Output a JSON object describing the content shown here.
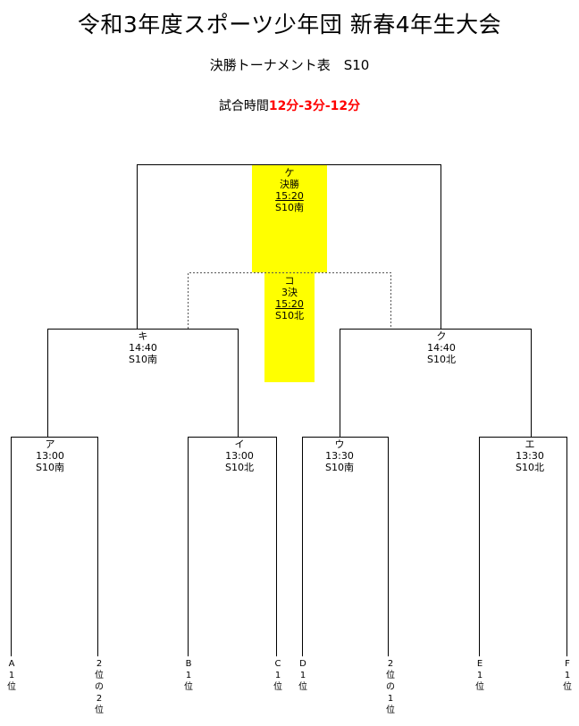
{
  "title": "令和3年度スポーツ少年団 新春4年生大会",
  "subtitle": "決勝トーナメント表　S10",
  "time_rule": {
    "label": "試合時間",
    "value": "12分-3分-12分"
  },
  "colors": {
    "highlight": "#ffff00",
    "time_value": "#ff0000"
  },
  "matches": {
    "ke": {
      "letter": "ケ",
      "round": "決勝",
      "time": "15:20",
      "court": "S10南"
    },
    "ko": {
      "letter": "コ",
      "round": "3決",
      "time": "15:20",
      "court": "S10北"
    },
    "ki": {
      "letter": "キ",
      "time": "14:40",
      "court": "S10南"
    },
    "ku": {
      "letter": "ク",
      "time": "14:40",
      "court": "S10北"
    },
    "a": {
      "letter": "ア",
      "time": "13:00",
      "court": "S10南"
    },
    "i": {
      "letter": "イ",
      "time": "13:00",
      "court": "S10北"
    },
    "u": {
      "letter": "ウ",
      "time": "13:30",
      "court": "S10南"
    },
    "e": {
      "letter": "エ",
      "time": "13:30",
      "court": "S10北"
    }
  },
  "entrants": [
    {
      "chars": [
        "A",
        "1",
        "位"
      ]
    },
    {
      "chars": [
        "2",
        "位",
        "の",
        "2",
        "位"
      ]
    },
    {
      "chars": [
        "B",
        "1",
        "位"
      ]
    },
    {
      "chars": [
        "C",
        "1",
        "位"
      ]
    },
    {
      "chars": [
        "D",
        "1",
        "位"
      ]
    },
    {
      "chars": [
        "2",
        "位",
        "の",
        "1",
        "位"
      ]
    },
    {
      "chars": [
        "E",
        "1",
        "位"
      ]
    },
    {
      "chars": [
        "F",
        "1",
        "位"
      ]
    }
  ]
}
